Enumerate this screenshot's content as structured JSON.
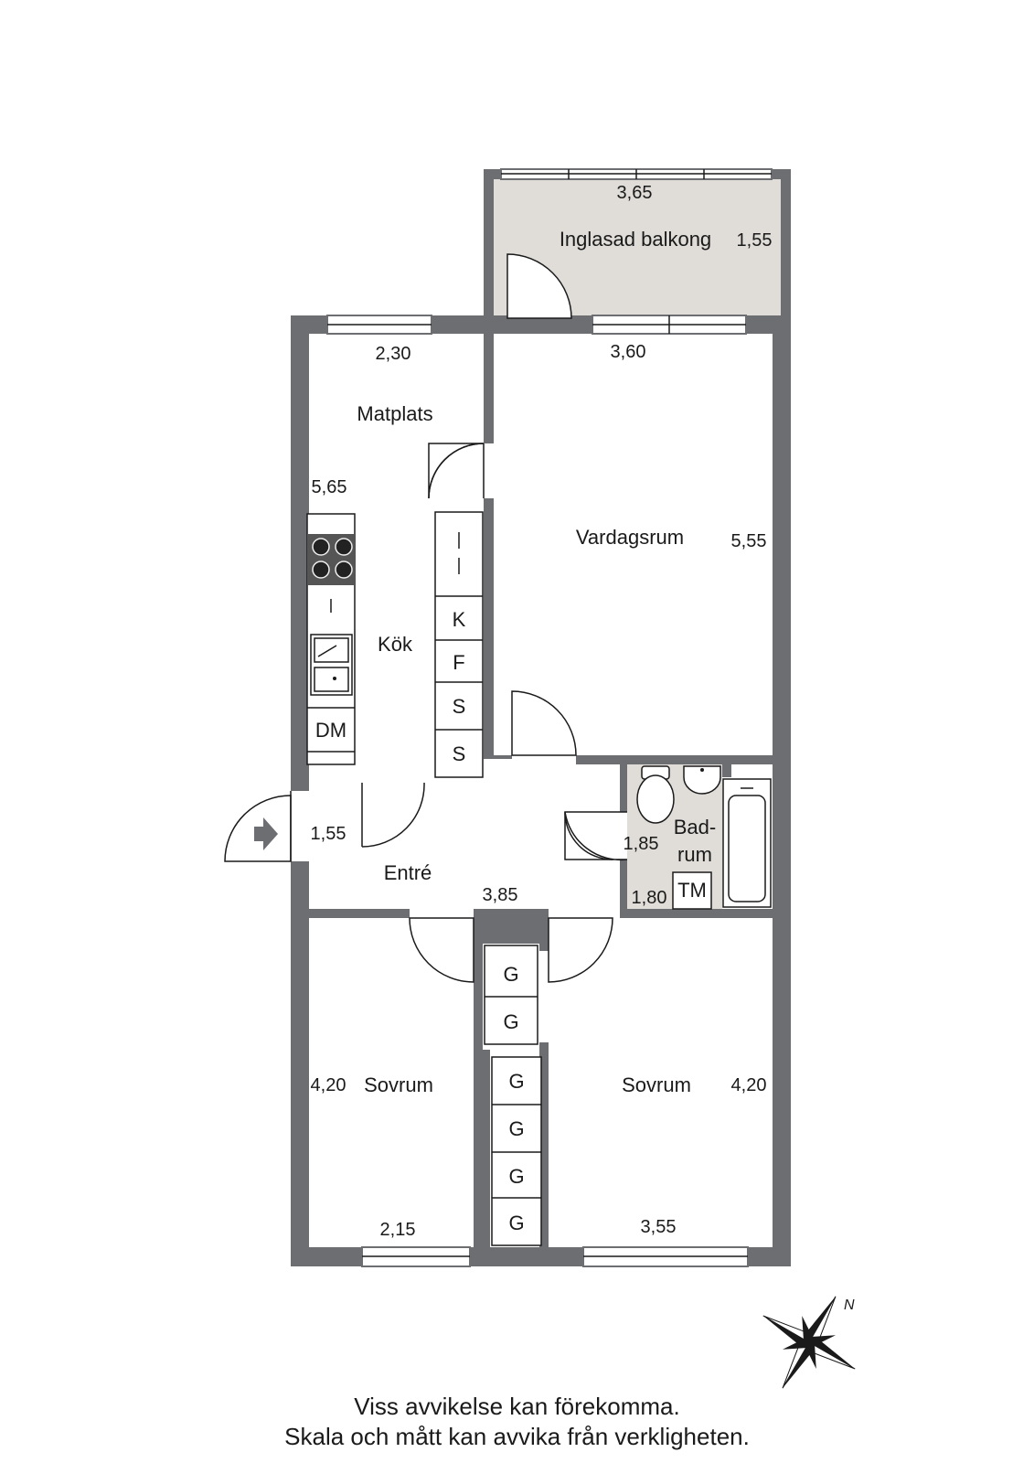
{
  "rooms": {
    "balcony": {
      "label": "Inglasad balkong",
      "width": "3,65",
      "depth": "1,55"
    },
    "dining": {
      "label": "Matplats",
      "width": "2,30"
    },
    "kitchen": {
      "label": "Kök",
      "length": "5,65"
    },
    "living": {
      "label": "Vardagsrum",
      "width": "3,60",
      "length": "5,55"
    },
    "bath": {
      "label_line1": "Bad-",
      "label_line2": "rum",
      "dim1": "1,85",
      "dim2": "1,80"
    },
    "entry": {
      "label": "Entré",
      "dim1": "1,55",
      "dim2": "3,85"
    },
    "bedroom_left": {
      "label": "Sovrum",
      "length": "4,20",
      "width": "2,15"
    },
    "bedroom_right": {
      "label": "Sovrum",
      "length": "4,20",
      "width": "3,55"
    }
  },
  "fixtures": {
    "kitchen_cabinets": [
      "K",
      "F",
      "S",
      "S"
    ],
    "dishwasher": "DM",
    "washer": "TM",
    "wardrobes_upper": [
      "G",
      "G"
    ],
    "wardrobes_lower": [
      "G",
      "G",
      "G",
      "G"
    ]
  },
  "compass": {
    "north_label": "N"
  },
  "footer": {
    "line1": "Viss avvikelse kan förekomma.",
    "line2": "Skala och mått kan avvika från verkligheten."
  },
  "colors": {
    "wall": "#6d6e71",
    "balcony_floor": "#e0ddd9",
    "bath_floor": "#e0ddd9"
  }
}
